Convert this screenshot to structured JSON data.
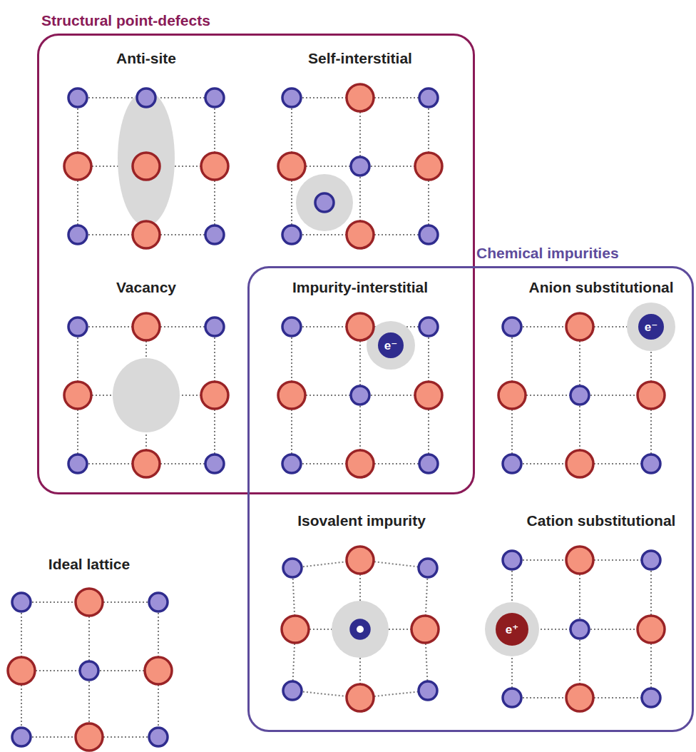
{
  "diagram": {
    "nodes": [
      {
        "text": [
          "Structural point-defects"
        ]
      },
      {
        "text": [
          "Chemical impurities"
        ]
      },
      {
        "text": [
          "e⁻"
        ],
        "in": 1
      },
      {
        "text": [
          "e⁻"
        ],
        "in": 1
      },
      {
        "text": [
          "e⁺"
        ],
        "in": 1
      }
    ],
    "labels": [
      "Anti-site",
      "Self-interstitial",
      "Vacancy",
      "Impurity-interstitial",
      "Anion substitutional",
      "Isovalent impurity",
      "Cation substitutional",
      "Ideal lattice"
    ]
  }
}
